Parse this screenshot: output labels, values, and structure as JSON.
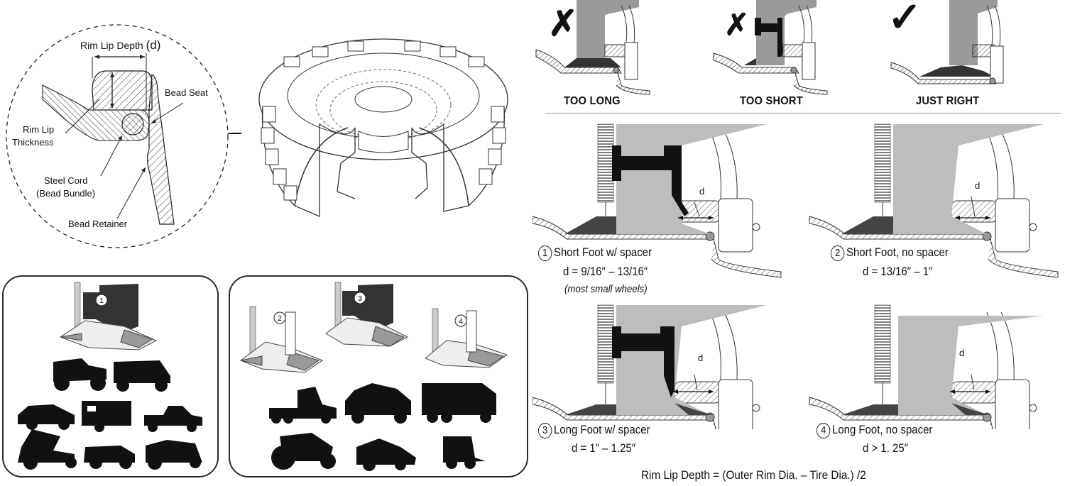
{
  "detail_callout": {
    "rim_lip_depth_label": "Rim Lip Depth",
    "rim_lip_depth_symbol": "(d)",
    "bead_seat_label": "Bead Seat",
    "rim_lip_thickness_label_line1": "Rim Lip",
    "rim_lip_thickness_label_line2": "Thickness",
    "steel_cord_label_line1": "Steel Cord",
    "steel_cord_label_line2": "(Bead Bundle)",
    "bead_retainer_label": "Bead Retainer"
  },
  "fit_examples": [
    {
      "mark": "✗",
      "caption": "TOO LONG"
    },
    {
      "mark": "✗",
      "caption": "TOO SHORT"
    },
    {
      "mark": "✓",
      "caption": "JUST RIGHT"
    }
  ],
  "configurations": [
    {
      "number": "1",
      "title": "Short Foot w/ spacer",
      "range": "d = 9/16″ – 13/16″",
      "note": "(most small wheels)",
      "d_label": "d"
    },
    {
      "number": "2",
      "title": "Short Foot, no spacer",
      "range": "d = 13/16″ – 1″",
      "note": "",
      "d_label": "d"
    },
    {
      "number": "3",
      "title": "Long Foot w/ spacer",
      "range": "d = 1″ – 1.25″",
      "note": "",
      "d_label": "d"
    },
    {
      "number": "4",
      "title": "Long Foot, no spacer",
      "range": "d > 1. 25″",
      "note": "",
      "d_label": "d"
    }
  ],
  "vehicle_panels": [
    {
      "tool_numbers": [
        "1"
      ],
      "vehicles": [
        "atv",
        "utv",
        "car",
        "camper-trailer",
        "pickup-truck",
        "sprint-car",
        "jeep",
        "riding-mower"
      ]
    },
    {
      "tool_numbers": [
        "2",
        "3",
        "4"
      ],
      "vehicles": [
        "semi-truck",
        "military-humvee",
        "dump-truck",
        "tractor",
        "backhoe",
        "skid-steer"
      ]
    }
  ],
  "formula": "Rim Lip Depth = (Outer Rim Dia. – Tire Dia.) /2"
}
